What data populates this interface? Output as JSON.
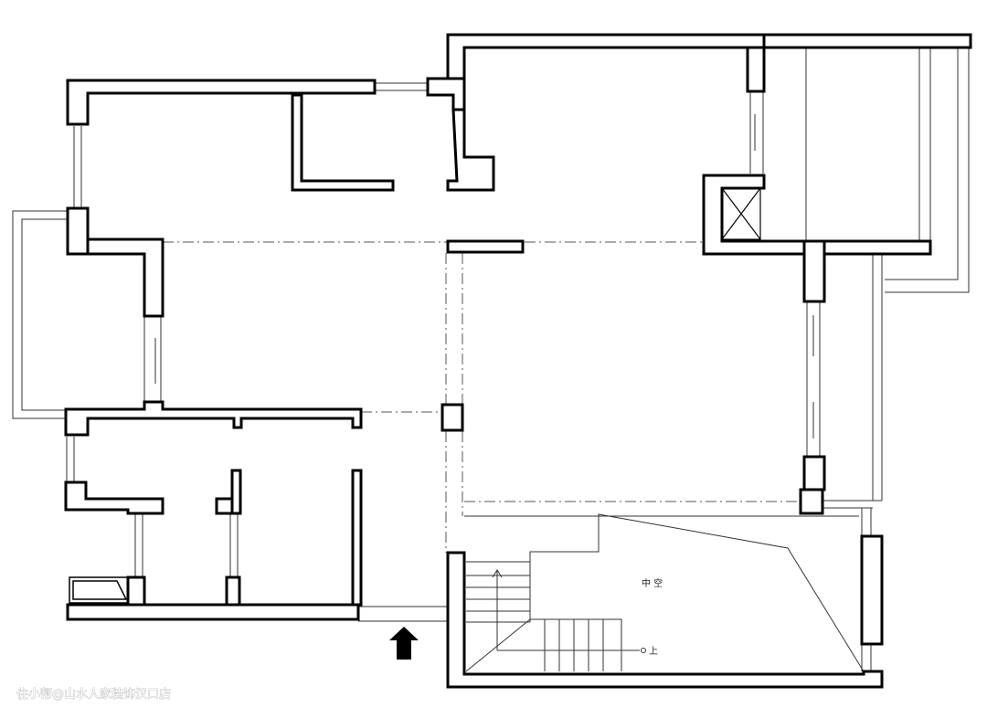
{
  "plan": {
    "labels": {
      "void": "中 空",
      "up": "上"
    },
    "watermark": "住小帮@山水人家装饰汉口店",
    "colors": {
      "wall": "#000000",
      "line": "#333333",
      "axis": "#555555",
      "background": "#ffffff"
    },
    "icons": [
      "entrance-arrow-icon",
      "stair-up-arrow-icon"
    ]
  }
}
